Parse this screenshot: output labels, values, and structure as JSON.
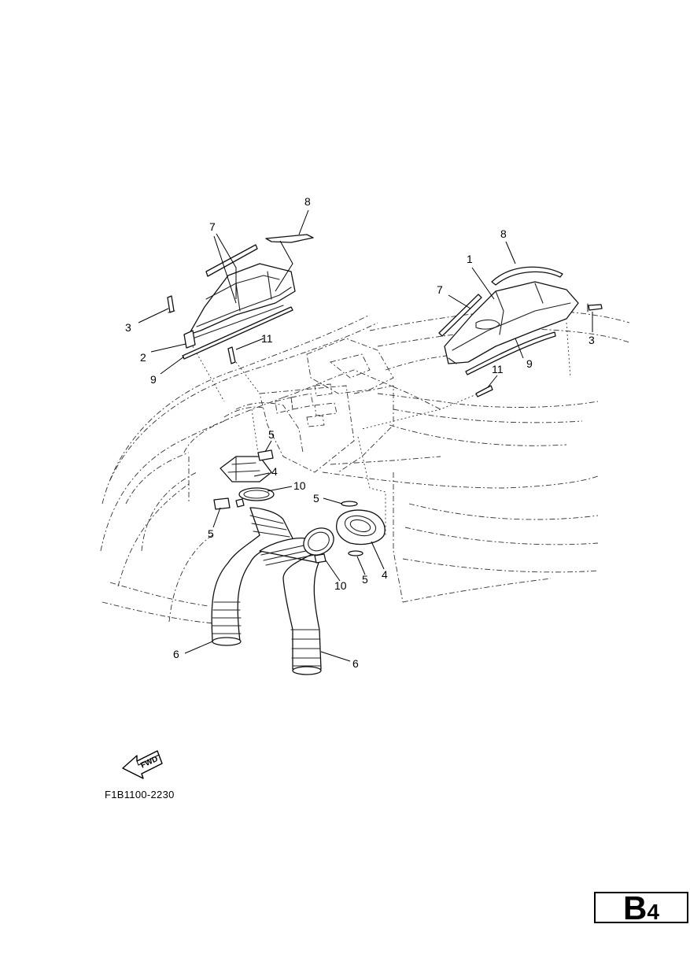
{
  "callouts": {
    "c1": "1",
    "c2": "2",
    "c3a": "3",
    "c3b": "3",
    "c4a": "4",
    "c4b": "4",
    "c5a": "5",
    "c5b": "5",
    "c5c": "5",
    "c5d": "5",
    "c6a": "6",
    "c6b": "6",
    "c7a": "7",
    "c7b": "7",
    "c8a": "8",
    "c8b": "8",
    "c9a": "9",
    "c9b": "9",
    "c10a": "10",
    "c10b": "10",
    "c11a": "11",
    "c11b": "11"
  },
  "fwd_label": "FWD",
  "diagram_code": "F1B1100-2230",
  "page_ref": {
    "letter": "B",
    "number": "4"
  }
}
